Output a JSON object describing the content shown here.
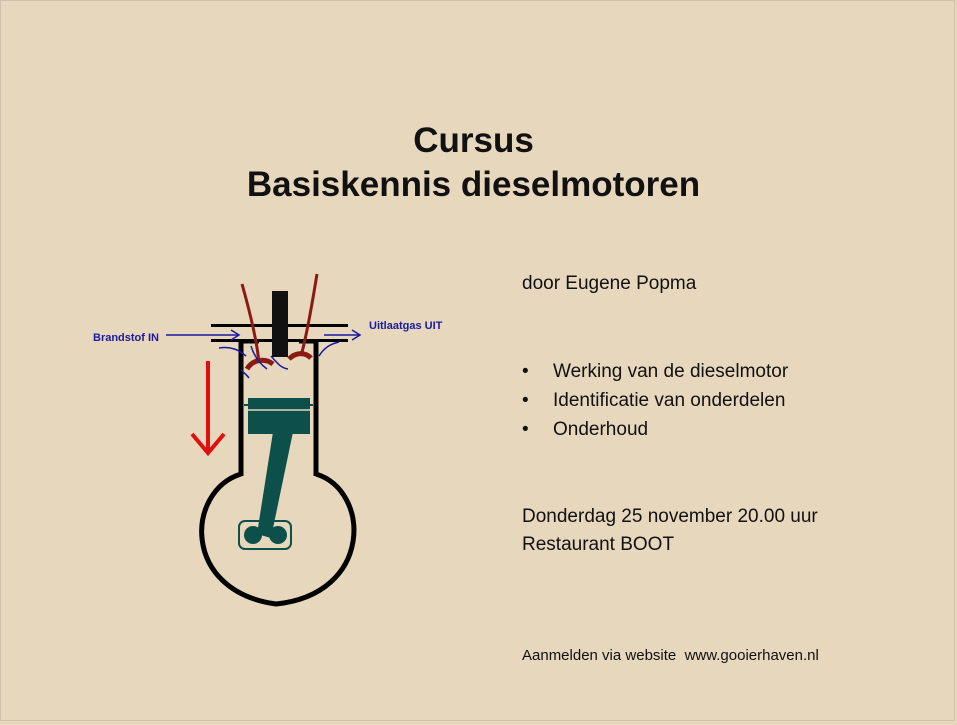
{
  "title": {
    "line1": "Cursus",
    "line2": "Basiskennis dieselmotoren"
  },
  "author": "door Eugene Popma",
  "bullets": [
    "Werking van de dieselmotor",
    "Identificatie van onderdelen",
    "Onderhoud"
  ],
  "bullet_symbol": "•",
  "event": {
    "date": "Donderdag 25 november 20.00 uur",
    "location": "Restaurant BOOT"
  },
  "signup": "Aanmelden via website  www.gooierhaven.nl",
  "diagram": {
    "intake_label": "Brandstof IN",
    "exhaust_label": "Uitlaatgas UIT",
    "colors": {
      "outline": "#000000",
      "piston": "#0d4f4a",
      "valves": "#8b1a12",
      "flow_arrows": "#1a1aa0",
      "motion_arrow": "#e01010"
    }
  }
}
